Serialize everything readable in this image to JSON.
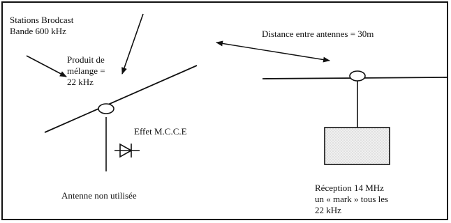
{
  "labels": {
    "broadcast": "Stations Brodcast\nBande 600 kHz",
    "mixing_product": "Produit de\nmélange =\n22 kHz",
    "distance": "Distance entre antennes = 30m",
    "effect": "Effet M.C.C.E",
    "unused_antenna": "Antenne non utilisée",
    "reception": "Réception 14 MHz\nun « mark » tous les\n22 kHz"
  },
  "components": {
    "diode_icon": "diode-symbol-icon",
    "receiver": "receiver-box",
    "feedpoint": "antenna-feedpoint-ellipse"
  }
}
